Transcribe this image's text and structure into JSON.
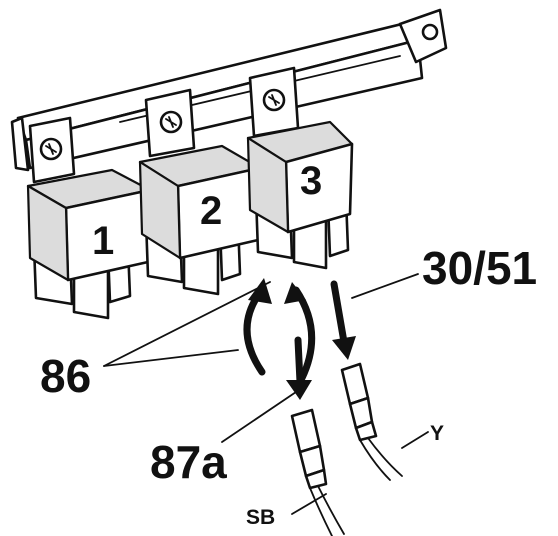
{
  "relays": [
    {
      "number": "1"
    },
    {
      "number": "2"
    },
    {
      "number": "3"
    }
  ],
  "labels": {
    "terminal_86": "86",
    "terminal_87a": "87a",
    "terminal_30_51": "30/51",
    "wire_sb": "SB",
    "wire_y": "Y"
  },
  "icons": [
    "screw-icon",
    "relay-icon",
    "arrow-icon",
    "connector-icon"
  ],
  "colors": {
    "ink": "#111111",
    "paper": "#ffffff",
    "shading": "#dcdcdc"
  }
}
